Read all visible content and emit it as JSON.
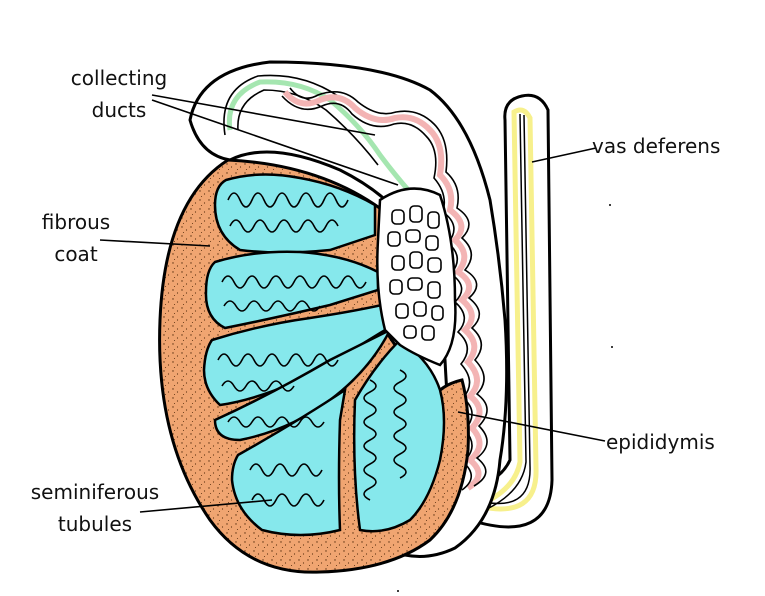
{
  "diagram": {
    "labels": {
      "collecting_ducts": [
        "collecting",
        "ducts"
      ],
      "fibrous_coat": [
        "fibrous",
        "coat"
      ],
      "seminiferous_tubules": [
        "seminiferous",
        "tubules"
      ],
      "vas_deferens": "vas deferens",
      "epididymis": "epididymis"
    },
    "colors": {
      "fibrous_coat": "#f0a571",
      "tubule_lobes": "#86e8ec",
      "collecting_duct_green": "#a5e6b0",
      "epididymis_pink": "#f3b4b4",
      "vas_deferens_yellow": "#f7f08c",
      "outline": "#000000"
    }
  }
}
